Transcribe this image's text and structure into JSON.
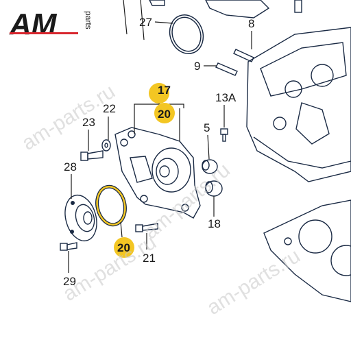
{
  "logo": {
    "am": "AM",
    "parts": "parts"
  },
  "watermark": {
    "text": "am-parts.ru"
  },
  "part_labels": {
    "p27": "27",
    "p8": "8",
    "p9": "9",
    "p13a": "13A",
    "p5": "5",
    "p17": "17",
    "p20_top": "20",
    "p22": "22",
    "p23": "23",
    "p28": "28",
    "p18": "18",
    "p20_bottom": "20",
    "p21": "21",
    "p29": "29"
  },
  "colors": {
    "highlight": "#f3c623",
    "part_blue": "#a9c6e4",
    "part_dark": "#1a2a44",
    "logo_red": "#d8262e",
    "logo_dark": "#1a1a1a",
    "yellow_part": "#f6dc54"
  }
}
